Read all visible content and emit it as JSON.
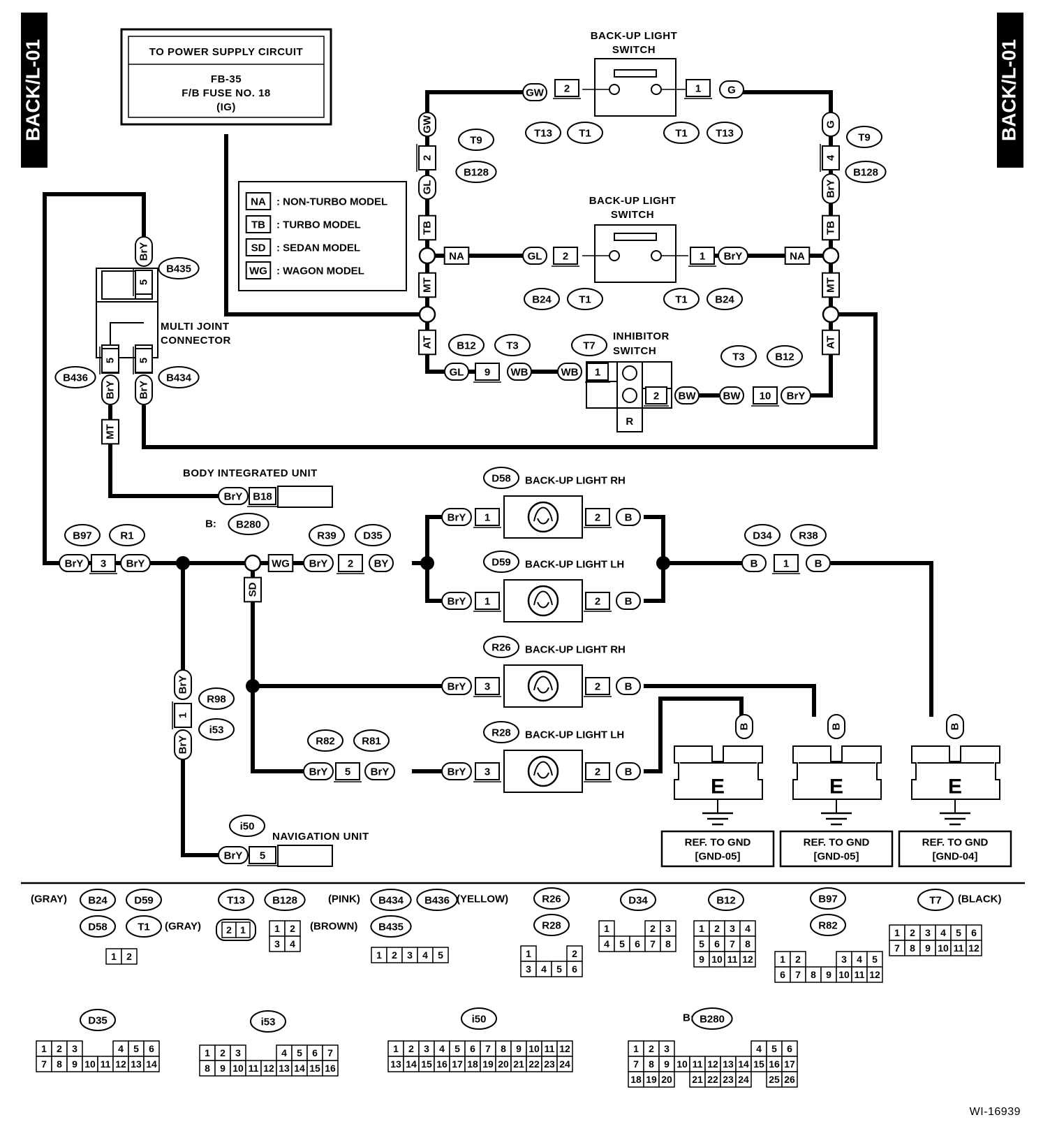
{
  "page": {
    "side_tab_left": "BACK/L-01",
    "side_tab_right": "BACK/L-01",
    "figure_id": "WI-16939"
  },
  "power": {
    "header": "TO POWER SUPPLY CIRCUIT",
    "line1": "FB-35",
    "line2": "F/B FUSE NO. 18",
    "line3": "(IG)"
  },
  "legend": [
    {
      "code": "NA",
      "text": ": NON-TURBO MODEL"
    },
    {
      "code": "TB",
      "text": ": TURBO MODEL"
    },
    {
      "code": "SD",
      "text": ": SEDAN MODEL"
    },
    {
      "code": "WG",
      "text": ": WAGON MODEL"
    }
  ],
  "components": {
    "backup_switch_1": [
      "BACK-UP LIGHT",
      "SWITCH"
    ],
    "backup_switch_2": [
      "BACK-UP LIGHT",
      "SWITCH"
    ],
    "inhibitor": [
      "INHIBITOR",
      "SWITCH"
    ],
    "multi_joint": [
      "MULTI JOINT",
      "CONNECTOR"
    ],
    "body_unit": "BODY INTEGRATED UNIT",
    "nav_unit": "NAVIGATION UNIT",
    "lamp_d58": "BACK-UP LIGHT RH",
    "lamp_d59": "BACK-UP LIGHT LH",
    "lamp_r26": "BACK-UP LIGHT RH",
    "lamp_r28": "BACK-UP LIGHT LH",
    "inhibitor_r": "R",
    "b280_prefix": "B:",
    "ground_symbol": "E"
  },
  "grounds": [
    {
      "line1": "REF. TO GND",
      "line2": "[GND-05]"
    },
    {
      "line1": "REF. TO GND",
      "line2": "[GND-05]"
    },
    {
      "line1": "REF. TO GND",
      "line2": "[GND-04]"
    }
  ],
  "wires": {
    "GL": "GL",
    "GW": "GW",
    "G": "G",
    "BrY": "BrY",
    "WB": "WB",
    "BW": "BW",
    "B": "B",
    "BY": "BY",
    "NA": "NA",
    "TB": "TB",
    "MT": "MT",
    "AT": "AT",
    "SD": "SD",
    "WG": "WG"
  },
  "refs": {
    "T13": "T13",
    "T1": "T1",
    "T9": "T9",
    "B128": "B128",
    "B24": "B24",
    "B12": "B12",
    "T3": "T3",
    "T7": "T7",
    "B435": "B435",
    "B436": "B436",
    "B434": "B434",
    "B18": "B18",
    "B280": "B280",
    "B97": "B97",
    "R1": "R1",
    "R39": "R39",
    "D35": "D35",
    "D58": "D58",
    "D59": "D59",
    "D34": "D34",
    "R38": "R38",
    "R26": "R26",
    "R28": "R28",
    "R98": "R98",
    "i53": "i53",
    "R82": "R82",
    "R81": "R81",
    "i50": "i50"
  },
  "pins": {
    "p1": "1",
    "p2": "2",
    "p3": "3",
    "p4": "4",
    "p5": "5",
    "p9": "9",
    "p10": "10"
  },
  "connector_views": {
    "b24_group": {
      "labels": [
        "B24",
        "D59",
        "D58",
        "T1"
      ],
      "color_a": "(GRAY)",
      "color_b": "(GRAY)",
      "pins": [
        "1",
        "2"
      ]
    },
    "t13": {
      "label": "T13",
      "pins": [
        "2",
        "1"
      ]
    },
    "b128": {
      "label": "B128",
      "pins": [
        "1",
        "2",
        "3",
        "4"
      ]
    },
    "b434_group": {
      "labels": [
        "B434",
        "B436",
        "B435"
      ],
      "color_pink": "(PINK)",
      "color_yellow": "(YELLOW)",
      "color_brown": "(BROWN)",
      "pins": [
        "1",
        "2",
        "3",
        "4",
        "5"
      ]
    },
    "r26_group": {
      "labels": [
        "R26",
        "R28"
      ],
      "pins": [
        "1",
        "2",
        "3",
        "4",
        "5",
        "6"
      ]
    },
    "d34": {
      "label": "D34",
      "pins": [
        "1",
        "2",
        "3",
        "4",
        "5",
        "6",
        "7",
        "8"
      ]
    },
    "b12": {
      "label": "B12",
      "pins": [
        "1",
        "2",
        "3",
        "4",
        "5",
        "6",
        "7",
        "8",
        "9",
        "10",
        "11",
        "12"
      ]
    },
    "b97_group": {
      "labels": [
        "B97",
        "R82"
      ],
      "pins": [
        "1",
        "2",
        "3",
        "4",
        "5",
        "6",
        "7",
        "8",
        "9",
        "10",
        "11",
        "12"
      ]
    },
    "t7": {
      "label": "T7",
      "color": "(BLACK)",
      "pins": [
        "1",
        "2",
        "3",
        "4",
        "5",
        "6",
        "7",
        "8",
        "9",
        "10",
        "11",
        "12"
      ]
    },
    "d35": {
      "label": "D35",
      "pins": [
        "1",
        "2",
        "3",
        "4",
        "5",
        "6",
        "7",
        "8",
        "9",
        "10",
        "11",
        "12",
        "13",
        "14"
      ]
    },
    "i53": {
      "label": "i53",
      "pins": [
        "1",
        "2",
        "3",
        "4",
        "5",
        "6",
        "7",
        "8",
        "9",
        "10",
        "11",
        "12",
        "13",
        "14",
        "15",
        "16"
      ]
    },
    "i50": {
      "label": "i50",
      "pins": [
        "1",
        "2",
        "3",
        "4",
        "5",
        "6",
        "7",
        "8",
        "9",
        "10",
        "11",
        "12",
        "13",
        "14",
        "15",
        "16",
        "17",
        "18",
        "19",
        "20",
        "21",
        "22",
        "23",
        "24"
      ]
    },
    "b280": {
      "prefix": "B:",
      "label": "B280",
      "pins": [
        "1",
        "2",
        "3",
        "4",
        "5",
        "6",
        "7",
        "8",
        "9",
        "10",
        "11",
        "12",
        "13",
        "14",
        "15",
        "16",
        "17",
        "18",
        "19",
        "20",
        "21",
        "22",
        "23",
        "24",
        "25",
        "26"
      ]
    }
  }
}
